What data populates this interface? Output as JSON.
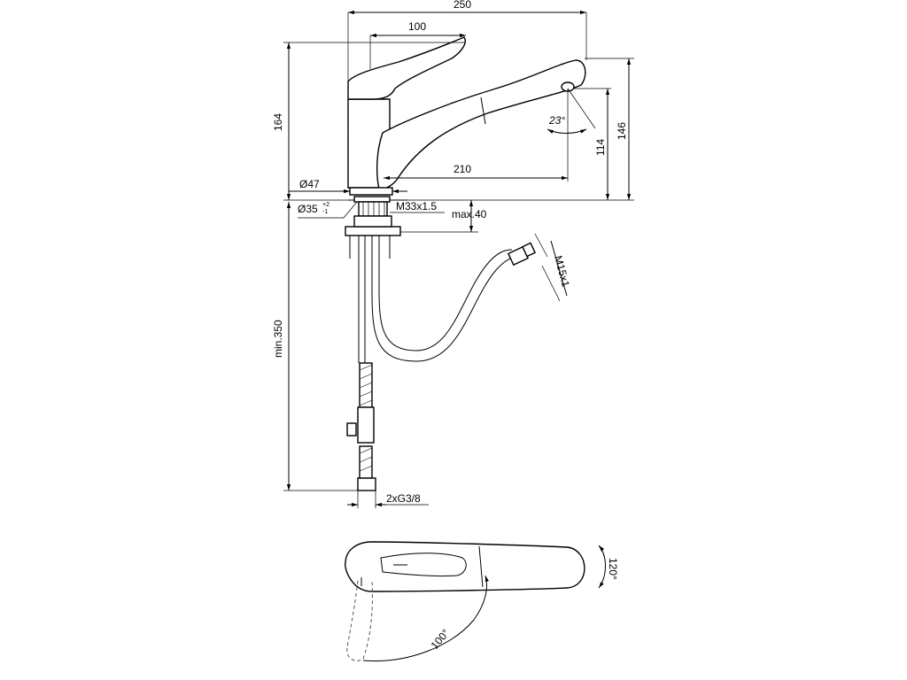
{
  "drawing": {
    "dimensions": {
      "overall_width": "250",
      "lever_width": "100",
      "height_total": "164",
      "spout_height": "146",
      "outlet_height": "114",
      "spout_reach": "210",
      "spray_angle": "23°",
      "base_diameter": "Ø47",
      "hole_diameter": "Ø35",
      "hole_tol_plus": "+2",
      "hole_tol_minus": "-1",
      "thread": "M33x1.5",
      "deck_thickness": "max.40",
      "hose_thread": "M15x1",
      "hose_length": "min.350",
      "connection": "2xG3/8",
      "lever_rotation": "100°",
      "spout_rotation": "120°"
    }
  }
}
